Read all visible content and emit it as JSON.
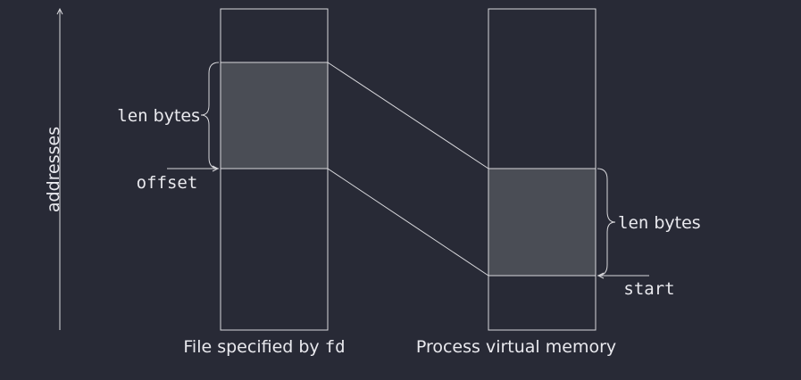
{
  "axis": {
    "label": "addresses"
  },
  "file": {
    "caption_text": "File specified by ",
    "caption_code": "fd",
    "len_code": "len",
    "len_text": " bytes",
    "offset_label": "offset"
  },
  "memory": {
    "caption": "Process virtual memory",
    "len_code": "len",
    "len_text": " bytes",
    "start_label": "start"
  },
  "colors": {
    "background": "#282a36",
    "stroke": "#d8d8dc",
    "region_fill": "#4a4d55"
  }
}
